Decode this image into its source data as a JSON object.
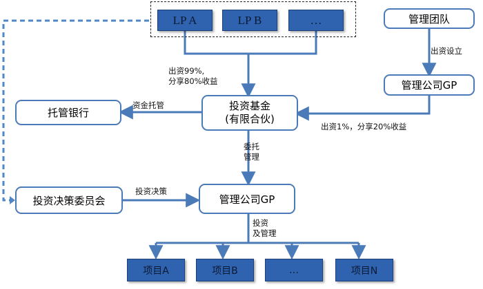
{
  "nodes": {
    "lpa": "LP A",
    "lpb": "LP B",
    "lp_more": "…",
    "team": "管理团队",
    "gp_top": "管理公司GP",
    "fund_line1": "投资基金",
    "fund_line2": "(有限合伙)",
    "bank": "托管银行",
    "committee": "投资决策委员会",
    "gp_mid": "管理公司GP",
    "proj_a": "项目A",
    "proj_b": "项目B",
    "proj_more": "…",
    "proj_n": "项目N"
  },
  "labels": {
    "lp_contrib_line1": "出资99%,",
    "lp_contrib_line2": "分享80%收益",
    "team_setup": "出资设立",
    "gp_contrib": "出资1%，分享20%收益",
    "custody": "资金托管",
    "entrust_line1": "委托",
    "entrust_line2": "管理",
    "decision": "投资决策",
    "invest_line1": "投资",
    "invest_line2": "及管理"
  },
  "colors": {
    "line": "#4a7ab8",
    "navy_box": "#2f63b0",
    "dashed_connector": "#4f87c8"
  }
}
